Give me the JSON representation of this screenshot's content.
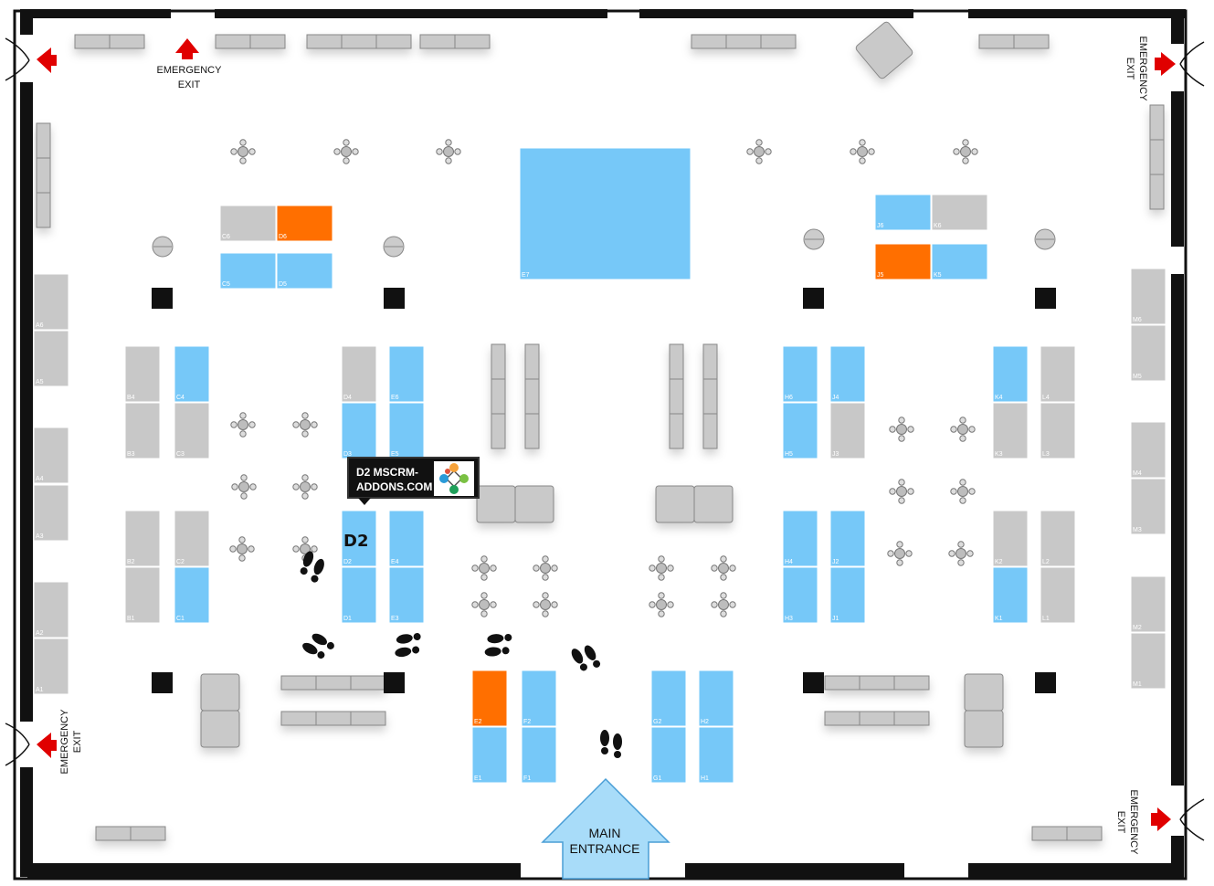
{
  "colors": {
    "available": "#76c8f8",
    "sold": "#c8c8c8",
    "highlight": "#ff6f00",
    "wall": "#111111",
    "furniture": "#c9c9c9",
    "arrow": "#e00000",
    "entrance": "#a8dcf9"
  },
  "labels": {
    "emergency_exit_line1": "EMERGENCY",
    "emergency_exit_line2": "EXIT",
    "main_entrance_line1": "MAIN",
    "main_entrance_line2": "ENTRANCE",
    "selected_booth": "D2"
  },
  "tooltip": {
    "line1": "D2 MSCRM-",
    "line2": "ADDONS.COM",
    "logo": "mscrm-addons-logo-icon"
  },
  "booths": [
    {
      "id": "A6",
      "status": "sold"
    },
    {
      "id": "A5",
      "status": "sold"
    },
    {
      "id": "A4",
      "status": "sold"
    },
    {
      "id": "A3",
      "status": "sold"
    },
    {
      "id": "A2",
      "status": "sold"
    },
    {
      "id": "A1",
      "status": "sold"
    },
    {
      "id": "B4",
      "status": "sold"
    },
    {
      "id": "B3",
      "status": "sold"
    },
    {
      "id": "B2",
      "status": "sold"
    },
    {
      "id": "B1",
      "status": "sold"
    },
    {
      "id": "C4",
      "status": "available"
    },
    {
      "id": "C3",
      "status": "sold"
    },
    {
      "id": "C2",
      "status": "sold"
    },
    {
      "id": "C1",
      "status": "available"
    },
    {
      "id": "C6",
      "status": "sold"
    },
    {
      "id": "D6",
      "status": "highlight"
    },
    {
      "id": "C5",
      "status": "available"
    },
    {
      "id": "D5",
      "status": "available"
    },
    {
      "id": "D4",
      "status": "sold"
    },
    {
      "id": "D3",
      "status": "available"
    },
    {
      "id": "D2",
      "status": "available"
    },
    {
      "id": "D1",
      "status": "available"
    },
    {
      "id": "E6",
      "status": "available"
    },
    {
      "id": "E5",
      "status": "available"
    },
    {
      "id": "E4",
      "status": "available"
    },
    {
      "id": "E3",
      "status": "available"
    },
    {
      "id": "E7",
      "status": "available"
    },
    {
      "id": "E2",
      "status": "highlight"
    },
    {
      "id": "E1",
      "status": "available"
    },
    {
      "id": "F2",
      "status": "available"
    },
    {
      "id": "F1",
      "status": "available"
    },
    {
      "id": "G2",
      "status": "available"
    },
    {
      "id": "G1",
      "status": "available"
    },
    {
      "id": "H2",
      "status": "available"
    },
    {
      "id": "H1",
      "status": "available"
    },
    {
      "id": "H6",
      "status": "available"
    },
    {
      "id": "H5",
      "status": "available"
    },
    {
      "id": "H4",
      "status": "available"
    },
    {
      "id": "H3",
      "status": "available"
    },
    {
      "id": "J4",
      "status": "available"
    },
    {
      "id": "J3",
      "status": "sold"
    },
    {
      "id": "J2",
      "status": "available"
    },
    {
      "id": "J1",
      "status": "available"
    },
    {
      "id": "J6",
      "status": "available"
    },
    {
      "id": "K6",
      "status": "sold"
    },
    {
      "id": "J5",
      "status": "highlight"
    },
    {
      "id": "K5",
      "status": "available"
    },
    {
      "id": "K4",
      "status": "available"
    },
    {
      "id": "K3",
      "status": "sold"
    },
    {
      "id": "K2",
      "status": "sold"
    },
    {
      "id": "K1",
      "status": "available"
    },
    {
      "id": "L4",
      "status": "sold"
    },
    {
      "id": "L3",
      "status": "sold"
    },
    {
      "id": "L2",
      "status": "sold"
    },
    {
      "id": "L1",
      "status": "sold"
    },
    {
      "id": "M6",
      "status": "sold"
    },
    {
      "id": "M5",
      "status": "sold"
    },
    {
      "id": "M4",
      "status": "sold"
    },
    {
      "id": "M3",
      "status": "sold"
    },
    {
      "id": "M2",
      "status": "sold"
    },
    {
      "id": "M1",
      "status": "sold"
    }
  ]
}
